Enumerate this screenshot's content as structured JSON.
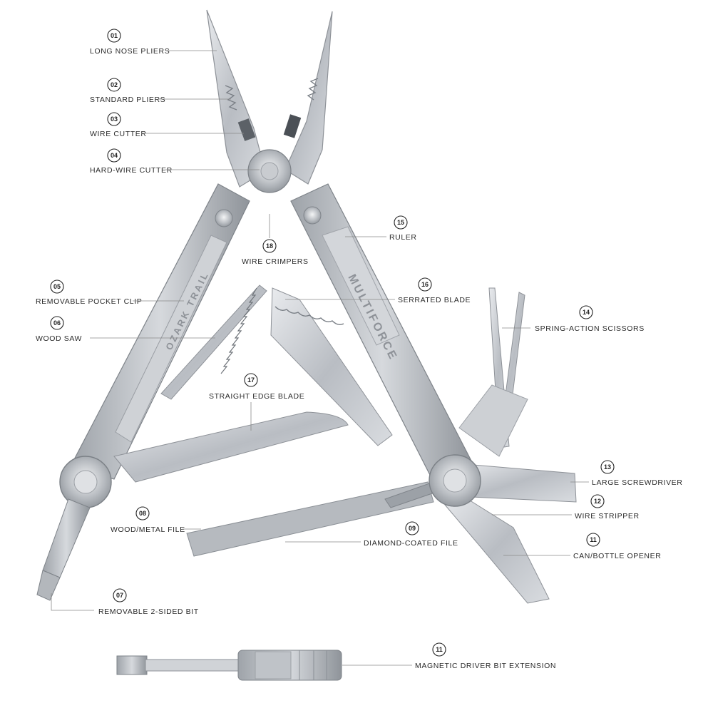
{
  "brand": {
    "handle_left": "OZARK TRAIL",
    "handle_right": "MULTIFORCE"
  },
  "callouts": [
    {
      "num": "01",
      "label": "LONG NOSE PLIERS"
    },
    {
      "num": "02",
      "label": "STANDARD PLIERS"
    },
    {
      "num": "03",
      "label": "WIRE CUTTER"
    },
    {
      "num": "04",
      "label": "HARD-WIRE CUTTER"
    },
    {
      "num": "05",
      "label": "REMOVABLE POCKET CLIP"
    },
    {
      "num": "06",
      "label": "WOOD SAW"
    },
    {
      "num": "07",
      "label": "REMOVABLE 2-SIDED BIT"
    },
    {
      "num": "08",
      "label": "WOOD/METAL FILE"
    },
    {
      "num": "09",
      "label": "DIAMOND-COATED FILE"
    },
    {
      "num": "11",
      "label": "CAN/BOTTLE OPENER"
    },
    {
      "num": "12",
      "label": "WIRE STRIPPER"
    },
    {
      "num": "13",
      "label": "LARGE SCREWDRIVER"
    },
    {
      "num": "14",
      "label": "SPRING-ACTION SCISSORS"
    },
    {
      "num": "15",
      "label": "RULER"
    },
    {
      "num": "16",
      "label": "SERRATED BLADE"
    },
    {
      "num": "17",
      "label": "STRAIGHT EDGE BLADE"
    },
    {
      "num": "18",
      "label": "WIRE CRIMPERS"
    },
    {
      "num": "11",
      "label": "MAGNETIC DRIVER BIT EXTENSION"
    }
  ]
}
